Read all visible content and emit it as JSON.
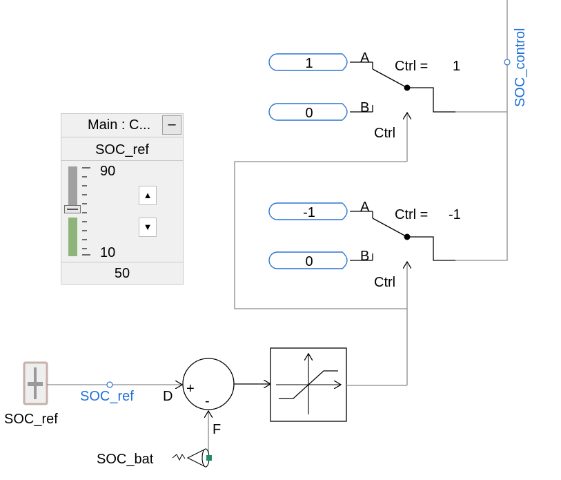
{
  "control_panel": {
    "title": "Main : C...",
    "minimize_label": "–",
    "slider_name": "SOC_ref",
    "max_label": "90",
    "min_label": "10",
    "value": "50",
    "level_fraction": 0.5,
    "up_icon": "triangle-up-icon",
    "down_icon": "triangle-down-icon"
  },
  "switch_top": {
    "source_a": "1",
    "source_b": "0",
    "port_a": "A",
    "port_b": "B",
    "ctrl_label": "Ctrl",
    "ctrl_eq": "Ctrl =",
    "ctrl_value": "1"
  },
  "switch_bottom": {
    "source_a": "-1",
    "source_b": "0",
    "port_a": "A",
    "port_b": "B",
    "ctrl_label": "Ctrl",
    "ctrl_eq": "Ctrl =",
    "ctrl_value": "-1"
  },
  "signals": {
    "soc_control": "SOC_control",
    "soc_ref_wire": "SOC_ref",
    "soc_ref_slider": "SOC_ref",
    "soc_bat": "SOC_bat",
    "port_d": "D",
    "port_f": "F",
    "sum_plus": "+",
    "sum_minus": "-"
  },
  "colors": {
    "signal_label": "#1e6fd9",
    "source_outline": "#2b74d6",
    "wire": "#000000",
    "slider_green": "#8fb47a",
    "node_green": "#1f8f6a"
  }
}
